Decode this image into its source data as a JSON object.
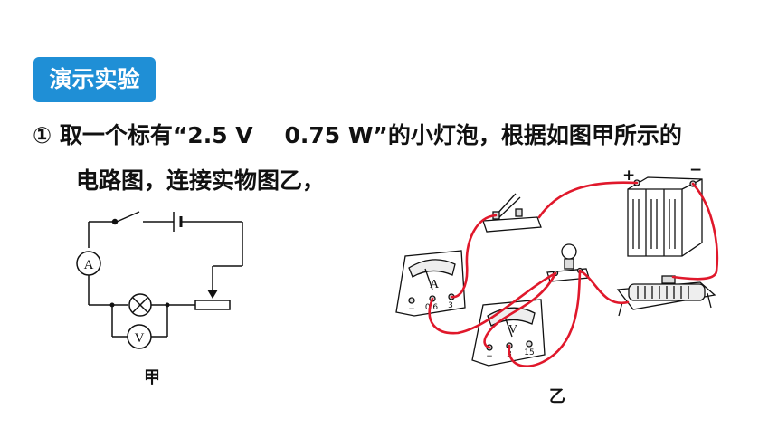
{
  "badge": {
    "label": "演示实验"
  },
  "body": {
    "line1": "① 取一个标有“2.5 V    0.75 W”的小灯泡，根据如图甲所示的",
    "line2": "电路图，连接实物图乙，"
  },
  "figure_jia": {
    "label": "甲",
    "ammeter": "A",
    "voltmeter": "V"
  },
  "figure_yi": {
    "label": "乙",
    "ammeter": "A",
    "ammeter_scale": [
      "−",
      "0.6",
      "3"
    ],
    "voltmeter": "V",
    "voltmeter_scale": [
      "−",
      "3",
      "15"
    ],
    "battery_plus": "+",
    "battery_minus": "−"
  },
  "colors": {
    "badge": "#1f8fd6",
    "wire": "#e0182b"
  }
}
